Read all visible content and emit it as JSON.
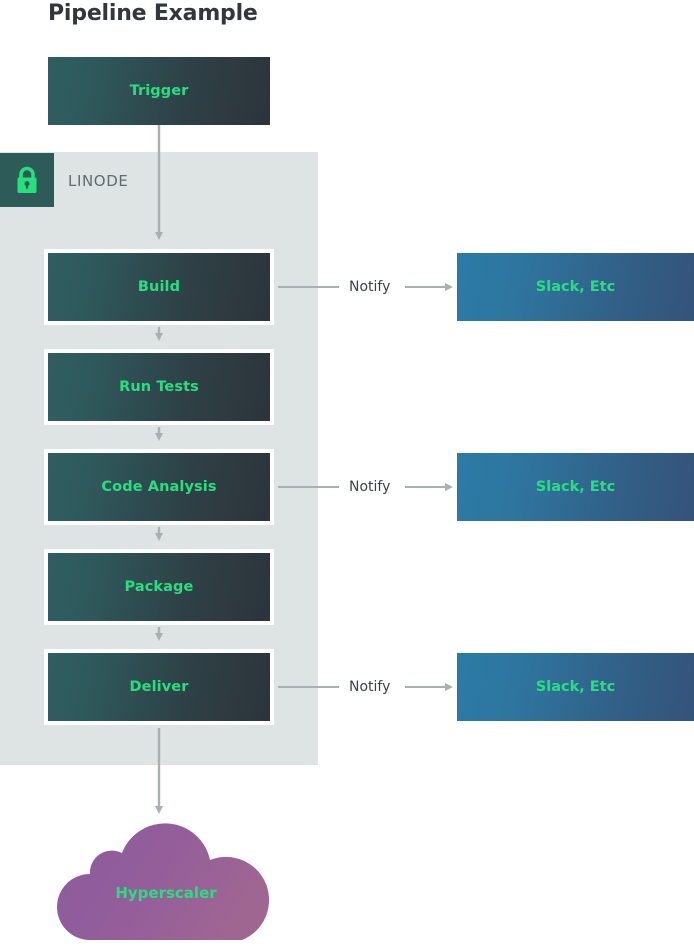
{
  "title": "Pipeline Example",
  "colors": {
    "accent_green": "#27e07d",
    "panel_bg": "#dde4e3",
    "stage_gradient_start": "#2f5e60",
    "stage_gradient_end": "#2d343b",
    "notify_gradient_start": "#2b7ba6",
    "notify_gradient_end": "#35537a",
    "cloud_gradient_start": "#8b5a9e",
    "cloud_gradient_end": "#9c6494",
    "lock_badge_bg": "#2d5b58",
    "title_color": "#32373c",
    "connector_color": "#a8b0b2"
  },
  "trigger": {
    "label": "Trigger"
  },
  "linode": {
    "label": "LINODE",
    "lock_icon": "lock-icon"
  },
  "stages": [
    {
      "id": "build",
      "label": "Build",
      "notifies": true
    },
    {
      "id": "run-tests",
      "label": "Run Tests",
      "notifies": false
    },
    {
      "id": "code-analysis",
      "label": "Code Analysis",
      "notifies": true
    },
    {
      "id": "package",
      "label": "Package",
      "notifies": false
    },
    {
      "id": "deliver",
      "label": "Deliver",
      "notifies": true
    }
  ],
  "notify": {
    "edge_label": "Notify",
    "targets": [
      {
        "label": "Slack, Etc"
      },
      {
        "label": "Slack, Etc"
      },
      {
        "label": "Slack, Etc"
      }
    ]
  },
  "cloud": {
    "label": "Hyperscaler"
  }
}
